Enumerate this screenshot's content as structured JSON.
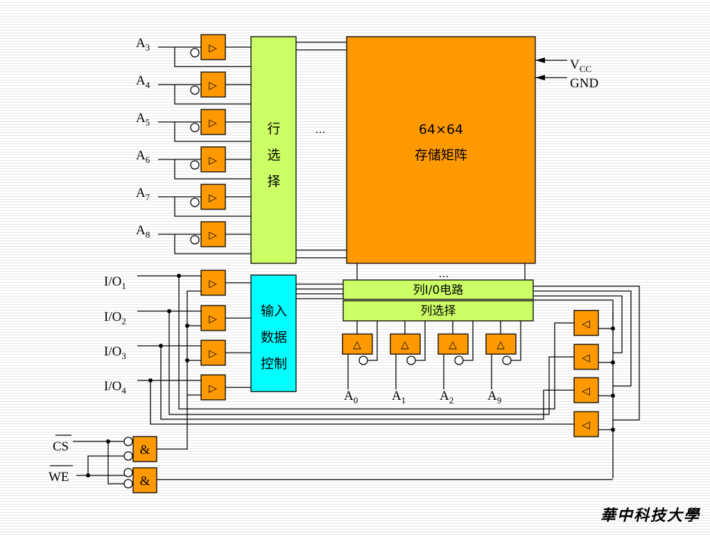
{
  "address_row": [
    {
      "base": "A",
      "sub": "3"
    },
    {
      "base": "A",
      "sub": "4"
    },
    {
      "base": "A",
      "sub": "5"
    },
    {
      "base": "A",
      "sub": "6"
    },
    {
      "base": "A",
      "sub": "7"
    },
    {
      "base": "A",
      "sub": "8"
    }
  ],
  "address_col": [
    {
      "base": "A",
      "sub": "0"
    },
    {
      "base": "A",
      "sub": "1"
    },
    {
      "base": "A",
      "sub": "2"
    },
    {
      "base": "A",
      "sub": "9"
    }
  ],
  "io": [
    {
      "base": "I/O",
      "sub": "1"
    },
    {
      "base": "I/O",
      "sub": "2"
    },
    {
      "base": "I/O",
      "sub": "3"
    },
    {
      "base": "I/O",
      "sub": "4"
    }
  ],
  "row_select": [
    "行",
    "选",
    "择"
  ],
  "input_ctrl": [
    "输入",
    "数据",
    "控制"
  ],
  "matrix": {
    "size": "64×64",
    "name": "存储矩阵"
  },
  "col_io": "列I/0电路",
  "col_select": "列选择",
  "ellipsis": "…",
  "power": {
    "vcc_base": "V",
    "vcc_sub": "CC",
    "gnd": "GND"
  },
  "control": {
    "cs": "CS",
    "we": "WE",
    "and_symbol": "&"
  },
  "buffer_symbol": "▷",
  "col_buffer_symbol": "△",
  "out_buffer_symbol": "◁",
  "logo": "華中科技大學",
  "colors": {
    "orange": "#FF9900",
    "green": "#CCFF66",
    "cyan": "#00FFFF"
  }
}
